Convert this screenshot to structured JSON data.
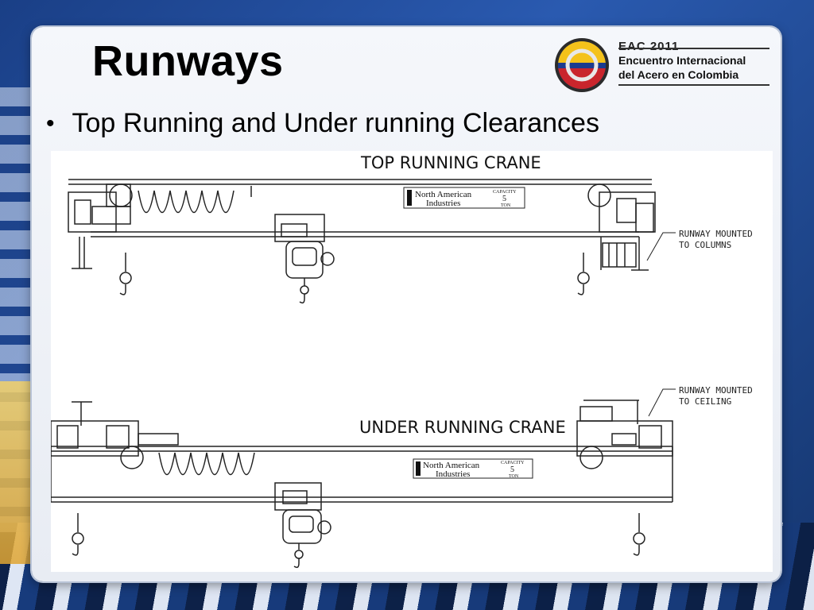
{
  "slide": {
    "title": "Runways",
    "bullet": "Top Running and Under running Clearances"
  },
  "logo": {
    "line1": "EAC 2011",
    "line2": "Encuentro Internacional",
    "line3": "del Acero en Colombia"
  },
  "drawing": {
    "top_heading": "TOP RUNNING CRANE",
    "under_heading": "UNDER RUNNING CRANE",
    "label_columns_1": "RUNWAY MOUNTED",
    "label_columns_2": "TO COLUMNS",
    "label_ceiling_1": "RUNWAY MOUNTED",
    "label_ceiling_2": "TO CEILING",
    "brand_line1": "North American",
    "brand_line2": "Industries",
    "capacity_label": "CAPACITY",
    "capacity_value": "5",
    "capacity_unit": "TON"
  },
  "colors": {
    "background": "#1f4a98",
    "panel": "#eef1f6",
    "text": "#000000"
  }
}
